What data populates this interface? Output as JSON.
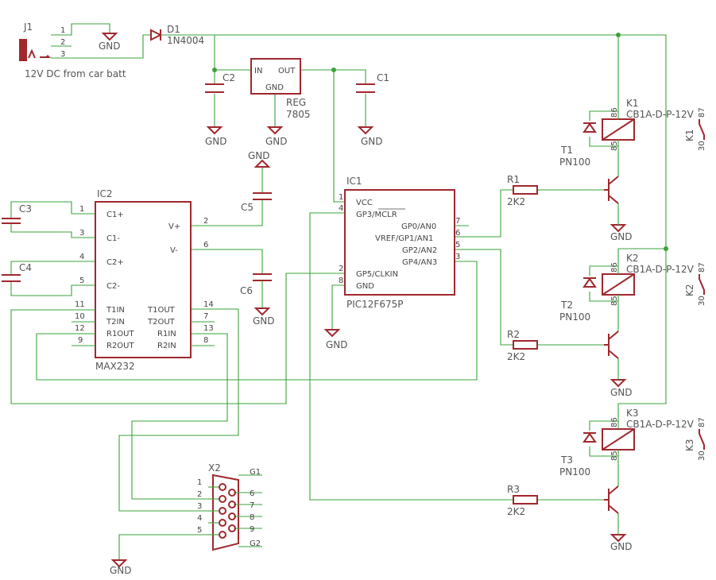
{
  "labels": {
    "j1": "J1",
    "j1_src": "12V DC from car batt",
    "d1": "D1",
    "d1_val": "1N4004",
    "c2": "C2",
    "c1": "C1",
    "c3": "C3",
    "c4": "C4",
    "c5": "C5",
    "c6": "C6",
    "reg": "REG",
    "reg_val": "7805",
    "reg_in": "IN",
    "reg_out": "OUT",
    "reg_gnd": "GND",
    "gnd": "GND",
    "ic1": "IC1",
    "ic1_val": "PIC12F675P",
    "ic2": "IC2",
    "ic2_val": "MAX232",
    "x2": "X2",
    "g1": "G1",
    "g2": "G2",
    "r1": "R1",
    "r2": "R2",
    "r3": "R3",
    "rval": "2K2",
    "t1": "T1",
    "t2": "T2",
    "t3": "T3",
    "tval": "PN100",
    "k1": "K1",
    "k2": "K2",
    "k3": "K3",
    "kval": "CB1A-D-P-12V",
    "p86": "86",
    "p85": "85",
    "p87": "87",
    "p30": "30"
  },
  "ic1_pins": {
    "vcc": "VCC",
    "gp3": "GP3/MCLR",
    "gp0": "GP0/AN0",
    "gp1": "VREF/GP1/AN1",
    "gp2": "GP2/AN2",
    "gp4": "GP4/AN3",
    "gp5": "GP5/CLKIN",
    "gnd": "GND",
    "n1": "1",
    "n4": "4",
    "n7": "7",
    "n6": "6",
    "n5": "5",
    "n3": "3",
    "n2": "2",
    "n8": "8"
  },
  "ic2_pins": {
    "c1p": "C1+",
    "c1m": "C1-",
    "c2p": "C2+",
    "c2m": "C2-",
    "vp": "V+",
    "vm": "V-",
    "t1in": "T1IN",
    "t2in": "T2IN",
    "r1out": "R1OUT",
    "r2out": "R2OUT",
    "t1out": "T1OUT",
    "t2out": "T2OUT",
    "r1in": "R1IN",
    "r2in": "R2IN",
    "n1": "1",
    "n3": "3",
    "n4": "4",
    "n5": "5",
    "n2": "2",
    "n6": "6",
    "n11": "11",
    "n10": "10",
    "n12": "12",
    "n9": "9",
    "n14": "14",
    "n7": "7",
    "n13": "13",
    "n8": "8"
  },
  "j1_pins": {
    "n1": "1",
    "n2": "2",
    "n3": "3"
  },
  "x2_pins": {
    "n1": "1",
    "n2": "2",
    "n3": "3",
    "n4": "4",
    "n5": "5",
    "n6": "6",
    "n7": "7",
    "n8": "8",
    "n9": "9"
  }
}
